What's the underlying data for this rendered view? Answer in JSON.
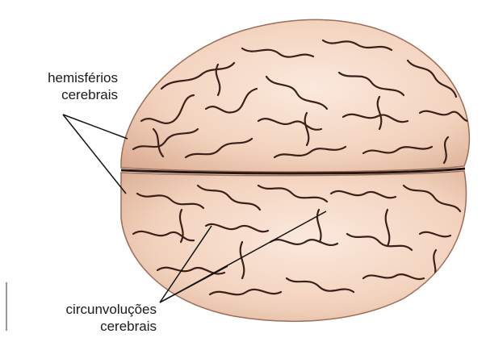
{
  "labels": {
    "hemispheres": {
      "line1": "hemisférios",
      "line2": "cerebrais"
    },
    "convolutions": {
      "line1": "circunvoluções",
      "line2": "cerebrais"
    }
  },
  "colors": {
    "background": "#ffffff",
    "brain_fill": "#f2d2bd",
    "brain_shadow": "#d9aa90",
    "brain_highlight": "#fbe9dd",
    "sulcus": "#3a2018",
    "fissure": "#2a1510",
    "leader_line": "#111111",
    "label_text": "#1a1a1a"
  }
}
